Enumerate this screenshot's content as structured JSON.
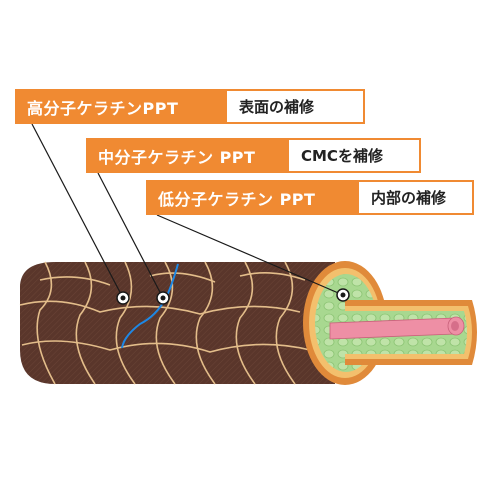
{
  "labels": {
    "high": {
      "molecule": "高分子ケラチンPPT",
      "effect": "表面の補修"
    },
    "mid": {
      "molecule": "中分子ケラチン PPT",
      "effect": "CMCを補修"
    },
    "low": {
      "molecule": "低分子ケラチン PPT",
      "effect": "内部の補修"
    }
  },
  "colors": {
    "accent_orange": "#f08a32",
    "hair_brown": "#5a362b",
    "cuticle_line": "#e3bd8a",
    "cmc_blue": "#1e88e5",
    "cortex_green": "#a8d890",
    "medulla_pink": "#ee8fa5"
  }
}
